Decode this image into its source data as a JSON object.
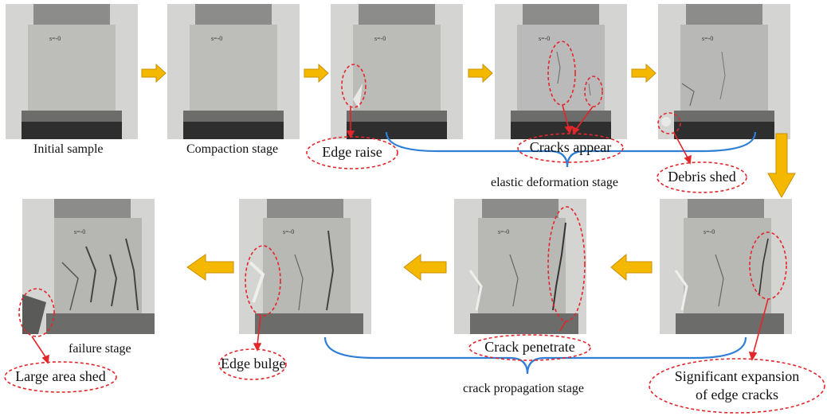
{
  "captions": {
    "initial": "Initial  sample",
    "compaction": "Compaction stage",
    "elastic": "elastic deformation stage",
    "failure": "failure stage",
    "crack_propagation": "crack propagation stage"
  },
  "labels": {
    "edge_raise": "Edge raise",
    "cracks_appear": "Cracks appear",
    "debris_shed": "Debris shed",
    "large_area_shed": "Large area shed",
    "edge_bulge": "Edge bulge",
    "crack_penetrate": "Crack penetrate",
    "significant_line1": "Significant expansion",
    "significant_line2": "of edge cracks"
  },
  "photo_text": "s=-0",
  "colors": {
    "arrow": "#f5b800",
    "arrow_stroke": "#c98f00",
    "annotation": "#e3262a",
    "bracket": "#2f7fd6"
  }
}
